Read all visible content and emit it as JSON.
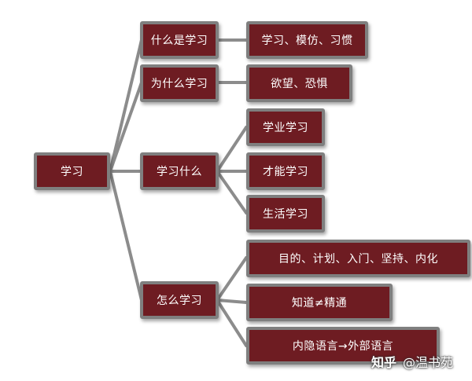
{
  "diagram": {
    "root": {
      "label": "学习"
    },
    "branches": [
      {
        "label": "什么是学习",
        "children": [
          "学习、模仿、习惯"
        ]
      },
      {
        "label": "为什么学习",
        "children": [
          "欲望、恐惧"
        ]
      },
      {
        "label": "学习什么",
        "children": [
          "学业学习",
          "才能学习",
          "生活学习"
        ]
      },
      {
        "label": "怎么学习",
        "children": [
          "目的、计划、入门、坚持、内化",
          "知道≠精通",
          "内隐语言→外部语言"
        ]
      }
    ]
  },
  "watermark": {
    "brand": "知乎",
    "author": "@温书苑"
  },
  "colors": {
    "box_fill": "#6e1c22",
    "box_border": "#7f7f7f",
    "connector": "#8c8c8c",
    "text": "#ffffff"
  }
}
